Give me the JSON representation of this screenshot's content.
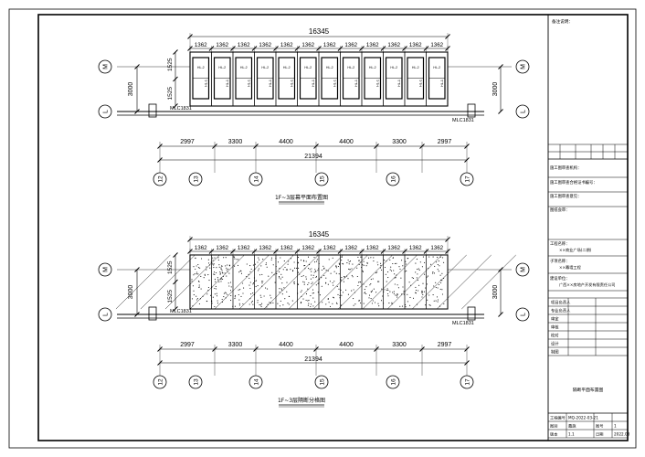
{
  "plan_top": {
    "title": "1F~3层幕平面布置图",
    "overall_top": "16345",
    "panels": [
      "1362",
      "1362",
      "1362",
      "1362",
      "1362",
      "1362",
      "1362",
      "1362",
      "1362",
      "1362",
      "1362",
      "1362"
    ],
    "overall_bottom": "21394",
    "grid_spans": [
      "2997",
      "3300",
      "4400",
      "4400",
      "3300",
      "2997"
    ],
    "left_dims": [
      "3000",
      "1525",
      "1525"
    ],
    "right_dim": "3000",
    "mlc_left": "MLC1831",
    "mlc_right": "MLC1831",
    "panel_code_a": "HL-2",
    "panel_code_b": "HL-1",
    "axes_h": [
      "12",
      "13",
      "14",
      "15",
      "16",
      "17"
    ],
    "axes_v": [
      "M",
      "L"
    ]
  },
  "plan_bottom": {
    "title": "1F~3层隔断分格图",
    "overall_top": "16345",
    "panels": [
      "1362",
      "1362",
      "1362",
      "1362",
      "1362",
      "1362",
      "1362",
      "1362",
      "1362",
      "1362",
      "1362",
      "1362"
    ],
    "overall_bottom": "21394",
    "grid_spans": [
      "2997",
      "3300",
      "4400",
      "4400",
      "3300",
      "2997"
    ],
    "left_dims": [
      "3000",
      "1525",
      "1525"
    ],
    "right_dim": "3000",
    "mlc_left": "MLC1831",
    "mlc_right": "MLC1831",
    "axes_h": [
      "12",
      "13",
      "14",
      "15",
      "16",
      "17"
    ],
    "axes_v": [
      "M",
      "L"
    ]
  },
  "title_block": {
    "notes_label": "备注说明：",
    "fields": [
      "施工图审查机构：",
      "施工图审查合格证书编号：",
      "施工图审查意见：",
      "图纸会审："
    ],
    "project_label": "工程名称：",
    "project_value": "××商业广场(二期)",
    "sub_project_label": "子项名称：",
    "sub_project_value": "××幕墙工程",
    "client_label": "建设单位：",
    "client_value": "广西××房地产开发有限责任公司",
    "roles": [
      "项目负责人",
      "专业负责人",
      "审定",
      "审核",
      "校对",
      "设计",
      "制图"
    ],
    "drawing_name": "隔断平面布置图",
    "bottom_rows": [
      {
        "label": "工程编号",
        "value": "MQ-2022-03-21",
        "label2": "",
        "value2": ""
      },
      {
        "label": "图别",
        "value": "幕施",
        "label2": "图号",
        "value2": "1"
      },
      {
        "label": "版本",
        "value": "1.1",
        "label2": "日期",
        "value2": "2022.03"
      }
    ]
  }
}
